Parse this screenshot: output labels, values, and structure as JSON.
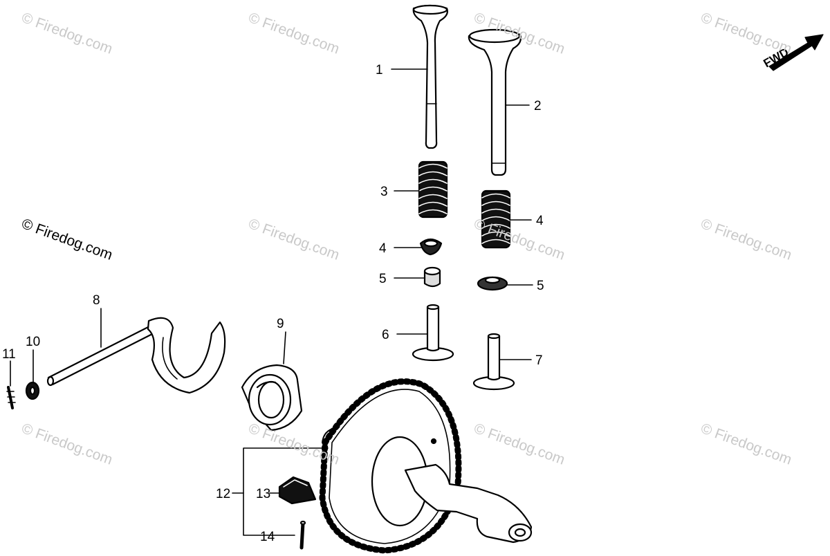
{
  "watermark": "© Firedog.com",
  "direction_label": "FWD",
  "callouts": [
    "1",
    "2",
    "3",
    "4",
    "4",
    "5",
    "5",
    "6",
    "7",
    "8",
    "9",
    "10",
    "11",
    "12",
    "13",
    "14"
  ],
  "colors": {
    "ink": "#000000",
    "watermark": "#c9c9c9",
    "paper": "#ffffff"
  }
}
